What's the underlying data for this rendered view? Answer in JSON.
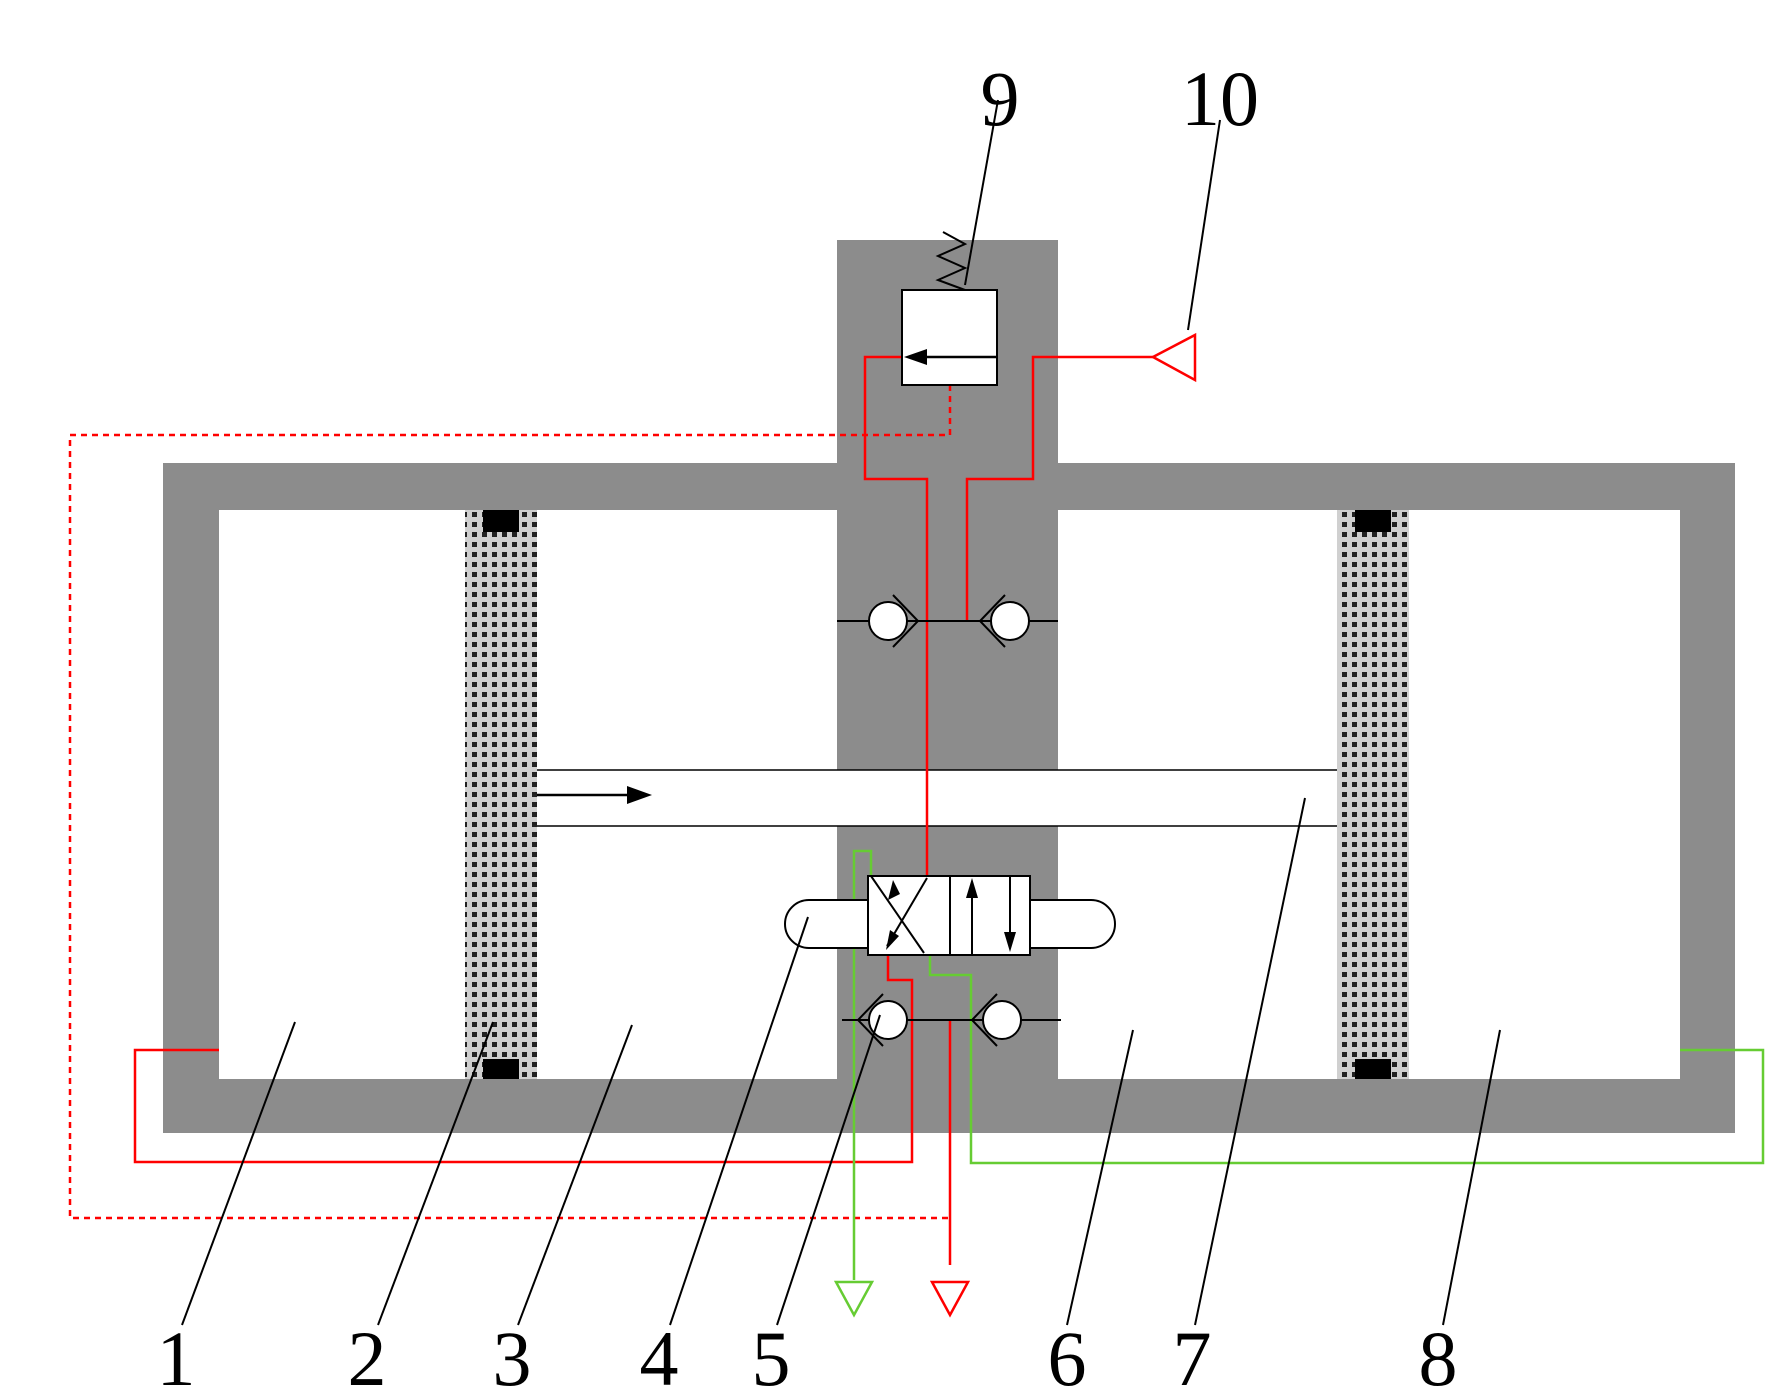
{
  "colors": {
    "housing": "#8c8c8c",
    "pressure_line": "#ff0000",
    "return_line": "#66cc33",
    "outline": "#000000"
  },
  "labels": {
    "l1": "1",
    "l2": "2",
    "l3": "3",
    "l4": "4",
    "l5": "5",
    "l6": "6",
    "l7": "7",
    "l8": "8",
    "l9": "9",
    "l10": "10"
  },
  "icons": {
    "spring": "spring-icon",
    "check_valve": "check-valve-icon",
    "pressure_source": "triangle-icon",
    "tank": "triangle-down-icon",
    "direction": "arrow-right-icon"
  }
}
